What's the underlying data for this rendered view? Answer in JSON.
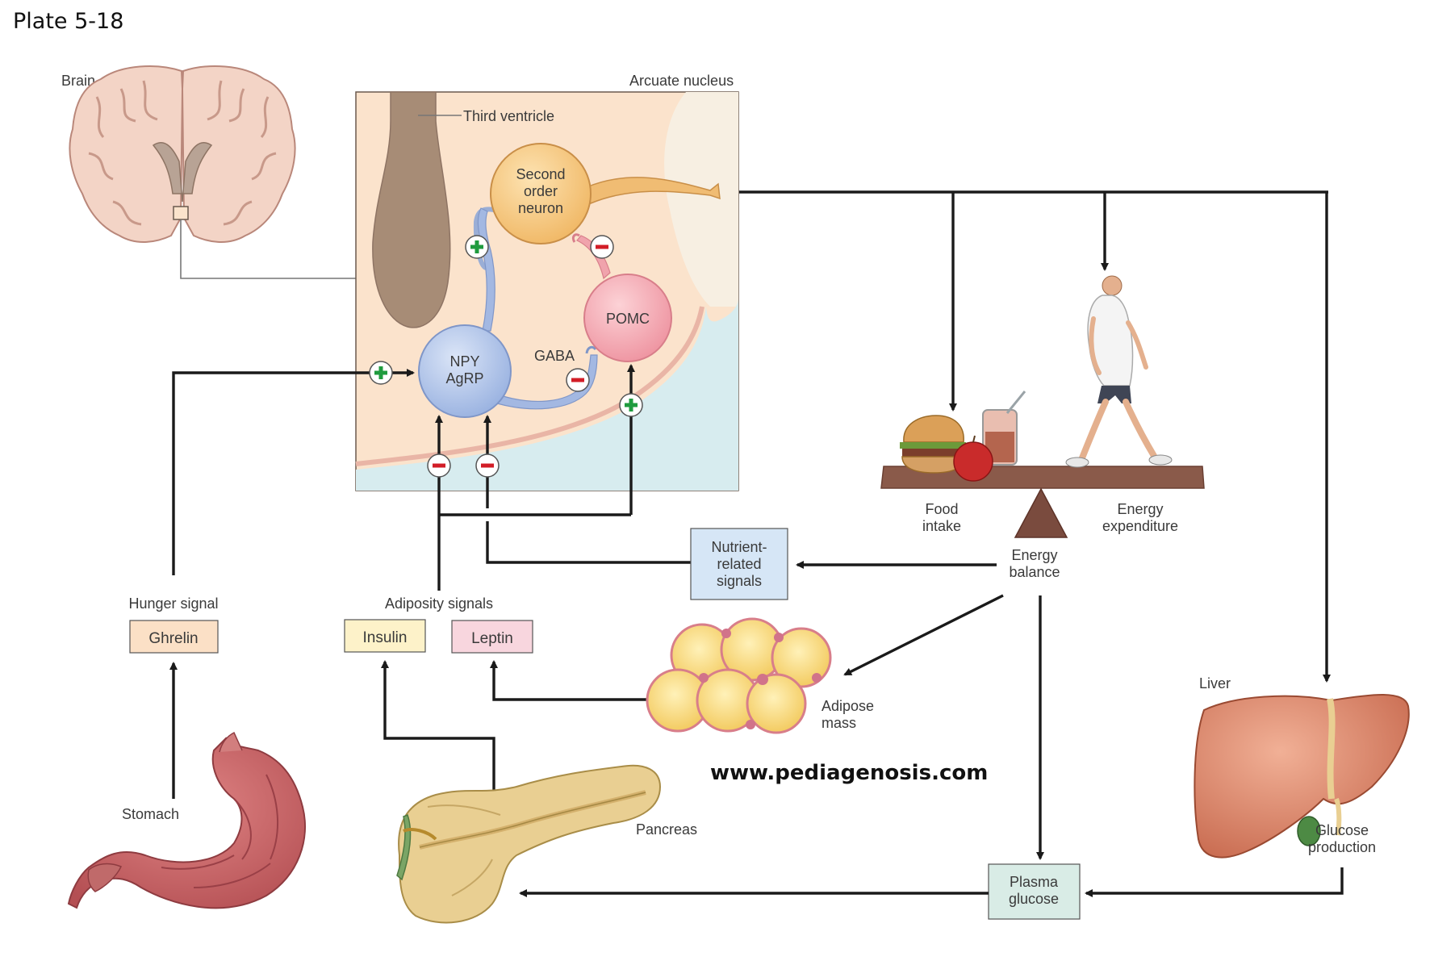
{
  "plate_title": "Plate 5-18",
  "website": "www.pediagenosis.com",
  "brain": {
    "label": "Brain"
  },
  "arcuate": {
    "label": "Arcuate nucleus",
    "third_ventricle": "Third ventricle",
    "second_order_neuron": [
      "Second",
      "order",
      "neuron"
    ],
    "pomc": "POMC",
    "npy_agrp": [
      "NPY",
      "AgRP"
    ],
    "gaba": "GABA"
  },
  "signals": {
    "hunger_signal": "Hunger signal",
    "ghrelin": "Ghrelin",
    "adiposity_signals": "Adiposity signals",
    "insulin": "Insulin",
    "leptin": "Leptin",
    "nutrient_related": [
      "Nutrient-",
      "related",
      "signals"
    ],
    "plasma_glucose": [
      "Plasma",
      "glucose"
    ]
  },
  "organs": {
    "stomach": "Stomach",
    "pancreas": "Pancreas",
    "adipose_mass": [
      "Adipose",
      "mass"
    ],
    "liver": "Liver",
    "glucose_production": [
      "Glucose",
      "production"
    ]
  },
  "balance": {
    "food_intake": [
      "Food",
      "intake"
    ],
    "energy_expenditure": [
      "Energy",
      "expenditure"
    ],
    "energy_balance": [
      "Energy",
      "balance"
    ]
  },
  "colors": {
    "arcuate_bg": "#fbe3cc",
    "third_ventricle": "#a78c76",
    "csf_blue": "#d7ecef",
    "second_order": "#f5c57c",
    "pomc": "#f3aab2",
    "npy": "#b6c8ea",
    "ghrelin_box": "#fbe0c6",
    "insulin_box": "#fdf2c9",
    "leptin_box": "#f8d6de",
    "nutrient_box": "#d6e6f6",
    "plasma_box": "#d9ece6",
    "plus": "#1f9b3e",
    "minus": "#d21d27"
  },
  "icons": [
    "brain-illustration",
    "stomach-illustration",
    "pancreas-illustration",
    "adipocytes-illustration",
    "liver-illustration",
    "food-icon",
    "walking-man-icon",
    "seesaw-icon",
    "plus-icon",
    "minus-icon"
  ]
}
